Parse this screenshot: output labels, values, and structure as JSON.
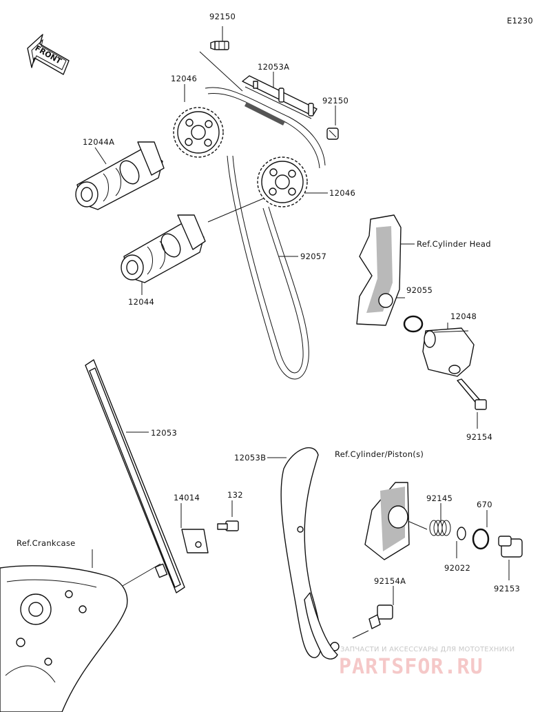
{
  "diagram_code": "E1230",
  "front_label": "FRONT",
  "parts": {
    "p92150_top": "92150",
    "p12053A": "12053A",
    "p12046_top": "12046",
    "p92150_right": "92150",
    "p12044A": "12044A",
    "p12046_mid": "12046",
    "p92057": "92057",
    "ref_cylinder_head": "Ref.Cylinder Head",
    "p12044": "12044",
    "p92055": "92055",
    "p12048": "12048",
    "p92154": "92154",
    "p12053": "12053",
    "p12053B": "12053B",
    "ref_cylinder_piston": "Ref.Cylinder/Piston(s)",
    "p14014": "14014",
    "p132": "132",
    "p92145": "92145",
    "p670": "670",
    "ref_crankcase": "Ref.Crankcase",
    "p92022": "92022",
    "p92153": "92153",
    "p92154A": "92154A"
  },
  "watermark": {
    "line1": "ЗАПЧАСТИ И АКСЕССУАРЫ ДЛЯ МОТОТЕХНИКИ",
    "line2": "PARTSFOR.RU"
  }
}
